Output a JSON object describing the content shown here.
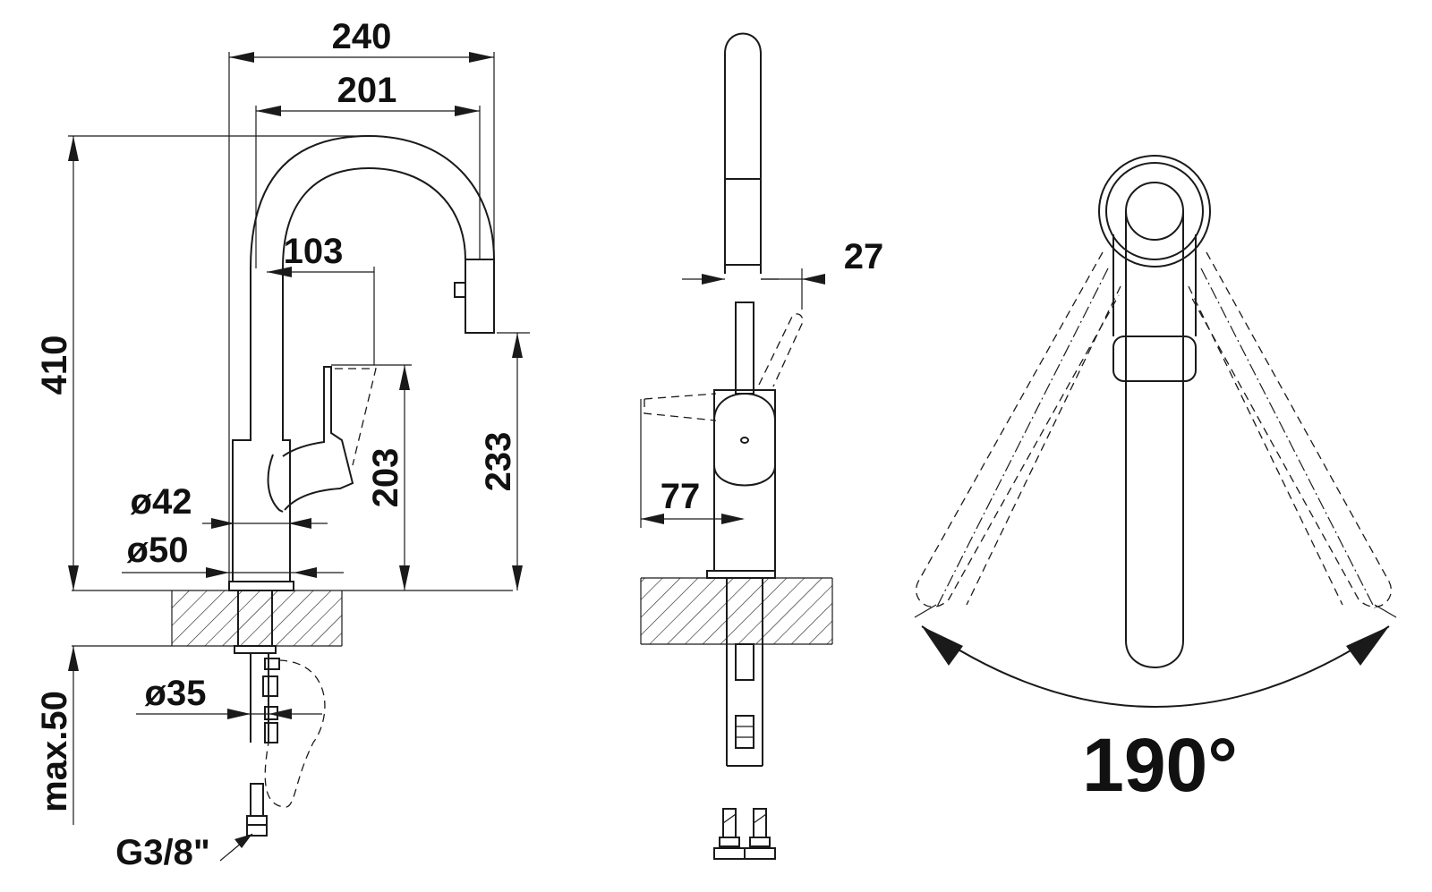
{
  "side_view": {
    "width_overall": "240",
    "spout_reach": "201",
    "height_overall": "410",
    "lever_offset": "103",
    "lever_height": "203",
    "spout_height": "233",
    "body_diameter_small": "ø42",
    "body_diameter_base": "ø50",
    "shank_diameter": "ø35",
    "max_counter_thickness": "max.50",
    "connector_thread": "G3/8\""
  },
  "front_view": {
    "spout_depth": "27",
    "lever_projection": "77"
  },
  "top_view": {
    "swivel_angle": "190°"
  },
  "colors": {
    "line": "#1a1a1a",
    "background": "#ffffff"
  }
}
